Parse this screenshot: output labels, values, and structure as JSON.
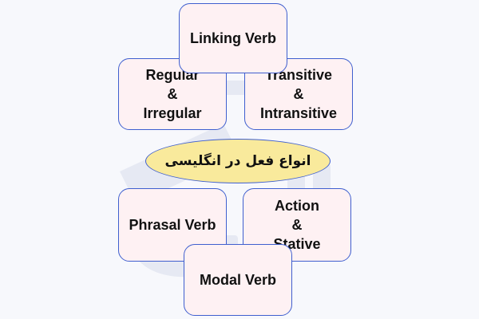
{
  "diagram": {
    "center": "انواع فعل در انگلیسی",
    "boxes": {
      "linking": [
        "Linking Verb"
      ],
      "regular": [
        "Regular",
        "&",
        "Irregular"
      ],
      "transitive": [
        "Transitive",
        "&",
        "Intransitive"
      ],
      "phrasal": [
        "Phrasal Verb"
      ],
      "action": [
        "Action",
        "&",
        "Stative"
      ],
      "modal": [
        "Modal Verb"
      ]
    }
  },
  "colors": {
    "box_fill": "#fef1f3",
    "box_border": "#3f5fcf",
    "center_fill": "#f9ea9c",
    "background": "#f7f8fc"
  }
}
